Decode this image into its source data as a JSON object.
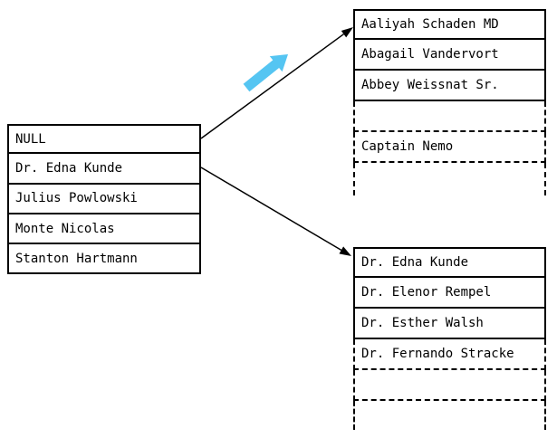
{
  "source_list": {
    "rows": [
      "NULL",
      "Dr. Edna Kunde",
      "Julius Powlowski",
      "Monte Nicolas",
      "Stanton Hartmann"
    ]
  },
  "list_a": {
    "rows": [
      "Aaliyah Schaden MD",
      "Abagail Vandervort",
      "Abbey Weissnat Sr.",
      "",
      "Captain Nemo",
      ""
    ]
  },
  "list_b": {
    "rows": [
      "Dr. Edna Kunde",
      "Dr. Elenor Rempel",
      "Dr. Esther Walsh",
      "Dr. Fernando Stracke",
      "",
      ""
    ]
  },
  "colors": {
    "line": "#000000",
    "border": "#000000",
    "text": "#000000",
    "background": "#ffffff",
    "highlight_arrow": "#55c5f2"
  }
}
